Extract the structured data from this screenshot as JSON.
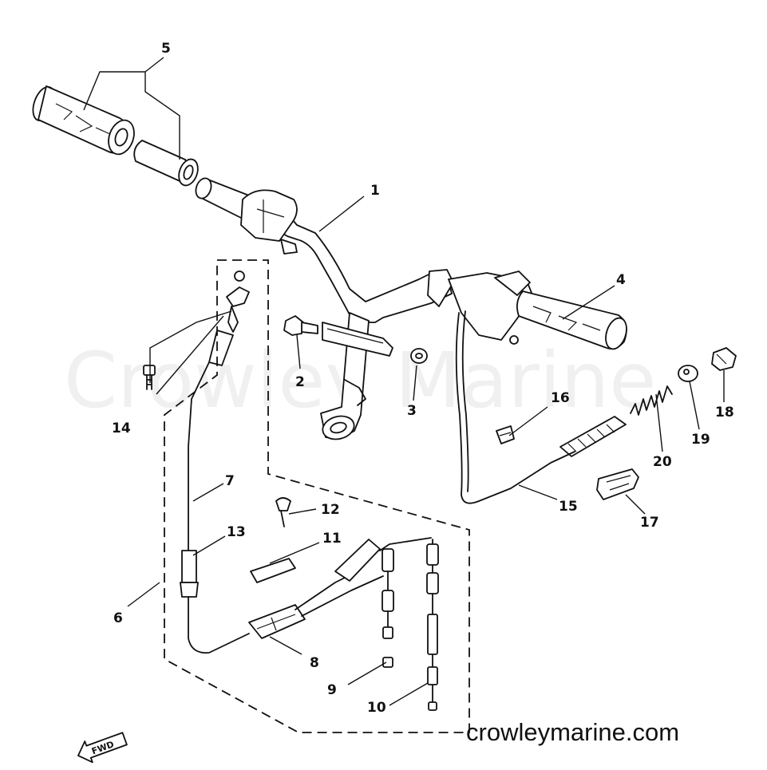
{
  "watermark": "Crowley Marine",
  "credit": "crowleymarine.com",
  "fwd_label": "FWD",
  "callouts": [
    "1",
    "2",
    "3",
    "4",
    "5",
    "6",
    "7",
    "8",
    "9",
    "10",
    "11",
    "12",
    "13",
    "14",
    "15",
    "16",
    "17",
    "18",
    "19",
    "20"
  ]
}
